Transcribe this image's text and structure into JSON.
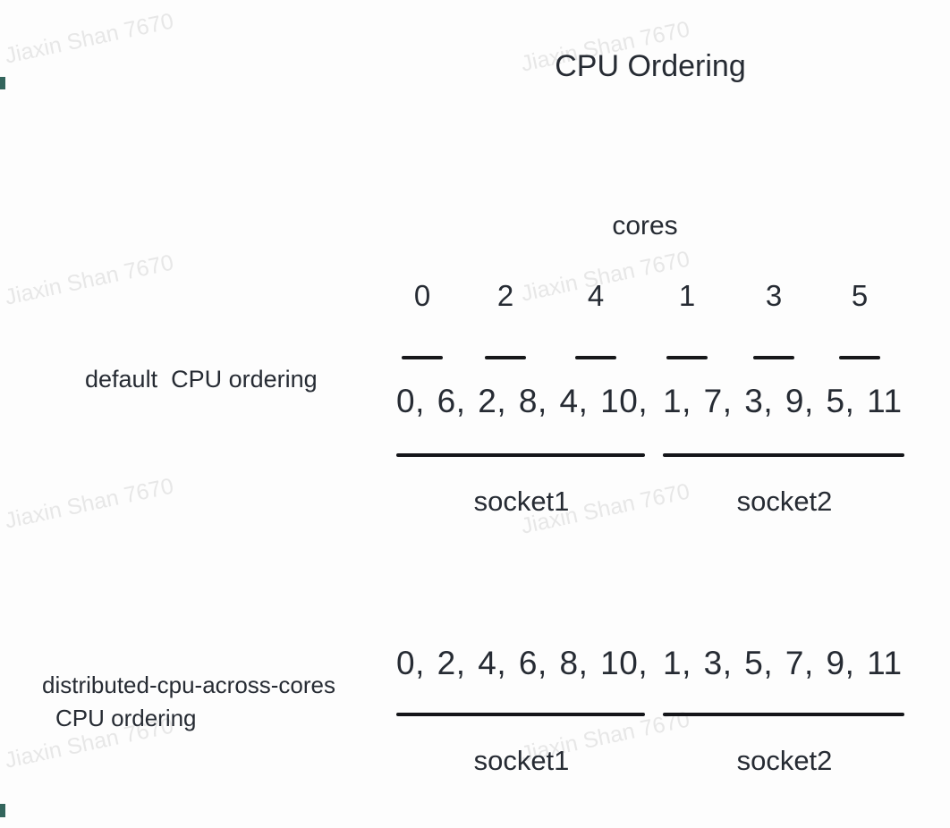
{
  "title": "CPU Ordering",
  "watermark": {
    "text": "Jiaxin Shan 7670",
    "color": "#e7e7e7"
  },
  "colors": {
    "text": "#262b33",
    "line": "#141519",
    "background": "#fdfdfd",
    "edge_artifact": "#33655c"
  },
  "cores_header": {
    "label": "cores",
    "values": [
      "0",
      "2",
      "4",
      "1",
      "3",
      "5"
    ]
  },
  "rows": [
    {
      "label_line1": "default  CPU ordering",
      "label_line2": "",
      "socket1_values": "0, 6, 2, 8, 4, 10,",
      "socket2_values": "1, 7, 3, 9, 5, 11",
      "socket1_label": "socket1",
      "socket2_label": "socket2"
    },
    {
      "label_line1": "distributed-cpu-across-cores",
      "label_line2": "CPU ordering",
      "socket1_values": "0, 2, 4, 6, 8, 10,",
      "socket2_values": "1, 3, 5, 7, 9, 11",
      "socket1_label": "socket1",
      "socket2_label": "socket2"
    }
  ]
}
